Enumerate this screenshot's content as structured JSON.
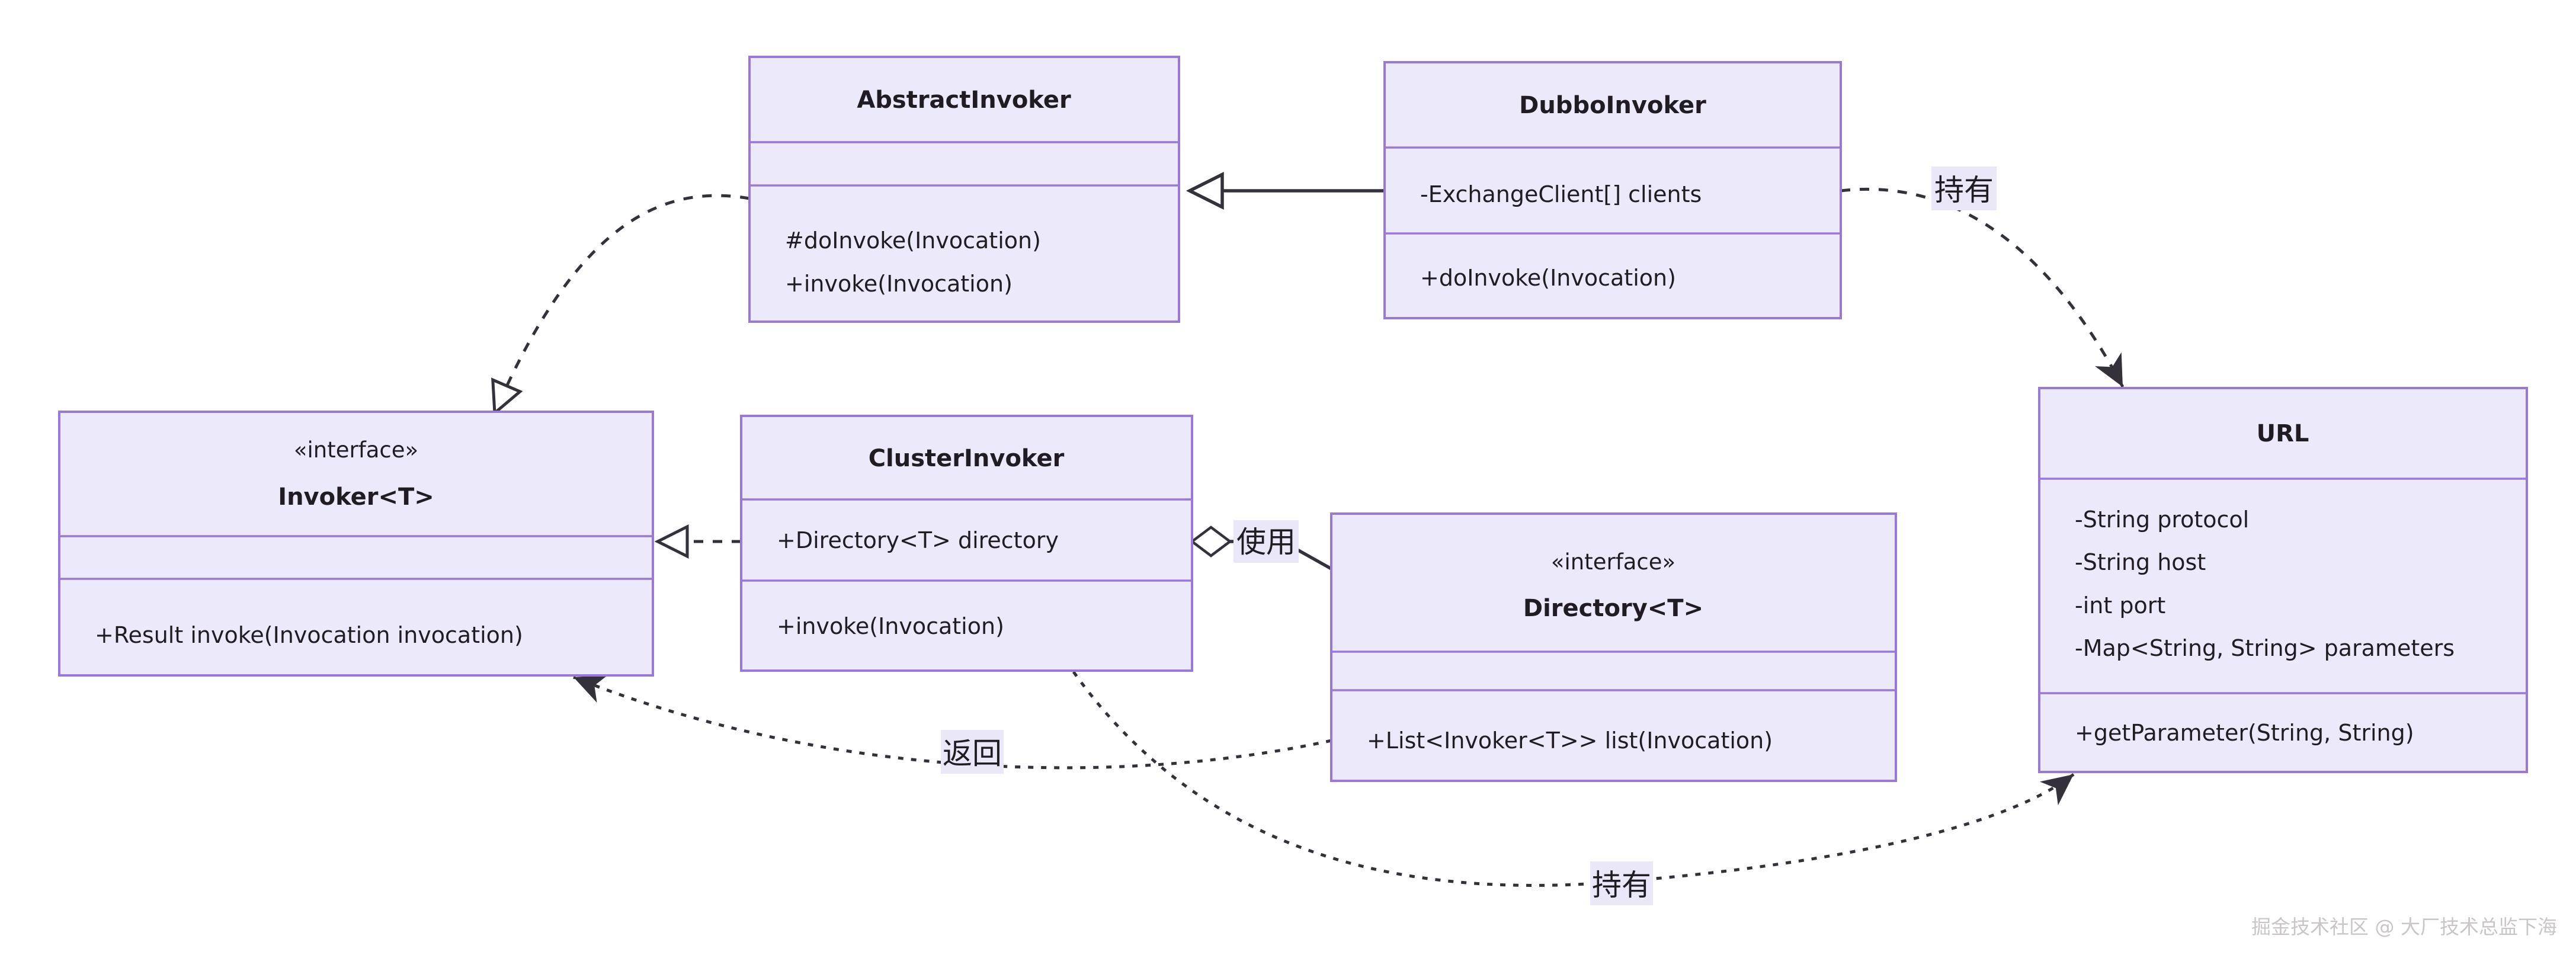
{
  "diagram": {
    "type": "uml-class-diagram",
    "watermark": "掘金技术社区 @ 大厂技术总监下海",
    "colors": {
      "box-fill": "#ECE9FA",
      "box-border": "#9879D9",
      "line-color": "#35313A",
      "label-bg": "#EAE7F8",
      "text-color": "#211C24",
      "watermark-color": "#C9C5C9"
    },
    "classes": {
      "abstract_invoker": {
        "title": "AbstractInvoker",
        "attributes": [],
        "methods": [
          "#doInvoke(Invocation)",
          "+invoke(Invocation)"
        ]
      },
      "dubbo_invoker": {
        "title": "DubboInvoker",
        "attributes": [
          "-ExchangeClient[] clients"
        ],
        "methods": [
          "+doInvoke(Invocation)"
        ]
      },
      "invoker": {
        "stereotype": "«interface»",
        "title": "Invoker<T>",
        "attributes": [],
        "methods": [
          "+Result invoke(Invocation invocation)"
        ]
      },
      "cluster_invoker": {
        "title": "ClusterInvoker",
        "attributes": [
          "+Directory<T> directory"
        ],
        "methods": [
          "+invoke(Invocation)"
        ]
      },
      "directory": {
        "stereotype": "«interface»",
        "title": "Directory<T>",
        "attributes": [],
        "methods": [
          "+List<Invoker<T>> list(Invocation)"
        ]
      },
      "url": {
        "title": "URL",
        "attributes": [
          "-String protocol",
          "-String host",
          "-int port",
          "-Map<String, String> parameters"
        ],
        "methods": [
          "+getParameter(String, String)"
        ]
      }
    },
    "relationships": [
      {
        "from": "DubboInvoker",
        "to": "AbstractInvoker",
        "type": "generalization",
        "label": ""
      },
      {
        "from": "AbstractInvoker",
        "to": "Invoker<T>",
        "type": "realization",
        "label": ""
      },
      {
        "from": "ClusterInvoker",
        "to": "Invoker<T>",
        "type": "realization",
        "label": ""
      },
      {
        "from": "ClusterInvoker",
        "to": "Directory<T>",
        "type": "aggregation",
        "label": "使用"
      },
      {
        "from": "DubboInvoker",
        "to": "URL",
        "type": "dependency",
        "label": "持有"
      },
      {
        "from": "Directory<T>",
        "to": "Invoker<T>",
        "type": "dependency",
        "label": "返回"
      },
      {
        "from": "ClusterInvoker",
        "to": "URL",
        "type": "dependency",
        "label": "持有"
      }
    ]
  }
}
